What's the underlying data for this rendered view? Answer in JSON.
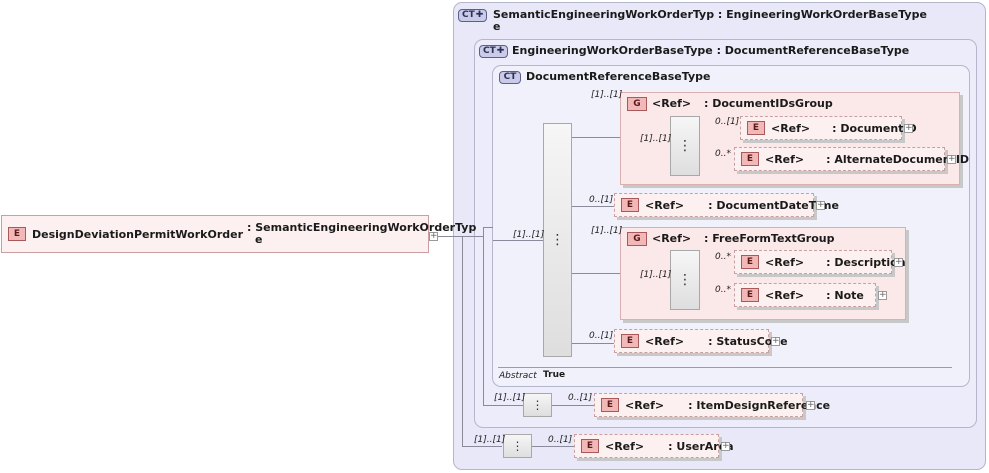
{
  "root": {
    "badge": "E",
    "name": "DesignDeviationPermitWorkOrder",
    "type_line1": ": SemanticEngineeringWorkOrderTyp",
    "type_line2": "e"
  },
  "types": {
    "semantic": {
      "badge": "CT",
      "line1": "SemanticEngineeringWorkOrderTyp : EngineeringWorkOrderBaseType",
      "line2": "e"
    },
    "engineering": {
      "badge": "CT",
      "title": "EngineeringWorkOrderBaseType : DocumentReferenceBaseType"
    },
    "docref": {
      "badge": "CT",
      "title": "DocumentReferenceBaseType"
    }
  },
  "groups": {
    "docids": {
      "badge": "G",
      "ref": "<Ref>",
      "name": ": DocumentIDsGroup",
      "card": "[1]..[1]"
    },
    "freeform": {
      "badge": "G",
      "ref": "<Ref>",
      "name": ": FreeFormTextGroup",
      "card": "[1]..[1]"
    }
  },
  "elements": {
    "documentid": {
      "badge": "E",
      "ref": "<Ref>",
      "name": ": DocumentID",
      "card": "0..[1]"
    },
    "alternatedocumentid": {
      "badge": "E",
      "ref": "<Ref>",
      "name": ": AlternateDocumentID",
      "card": "0..*"
    },
    "documentdatetime": {
      "badge": "E",
      "ref": "<Ref>",
      "name": ": DocumentDateTime",
      "card": "0..[1]"
    },
    "description": {
      "badge": "E",
      "ref": "<Ref>",
      "name": ": Description",
      "card": "0..*"
    },
    "note": {
      "badge": "E",
      "ref": "<Ref>",
      "name": ": Note",
      "card": "0..*"
    },
    "statuscode": {
      "badge": "E",
      "ref": "<Ref>",
      "name": ": StatusCode",
      "card": "0..[1]"
    },
    "itemdesignreference": {
      "badge": "E",
      "ref": "<Ref>",
      "name": ": ItemDesignReference",
      "card": "0..[1]"
    },
    "userarea": {
      "badge": "E",
      "ref": "<Ref>",
      "name": ": UserArea",
      "card": "0..[1]"
    }
  },
  "sequences": {
    "main": {
      "card": "[1]..[1]"
    },
    "docids_inner": {
      "card": "[1]..[1]"
    },
    "freeform_inner": {
      "card": "[1]..[1]"
    },
    "engineering": {
      "card": "[1]..[1]"
    },
    "semantic": {
      "card": "[1]..[1]"
    }
  },
  "abstract": {
    "label": "Abstract",
    "value": "True"
  },
  "expand_symbol": "+"
}
